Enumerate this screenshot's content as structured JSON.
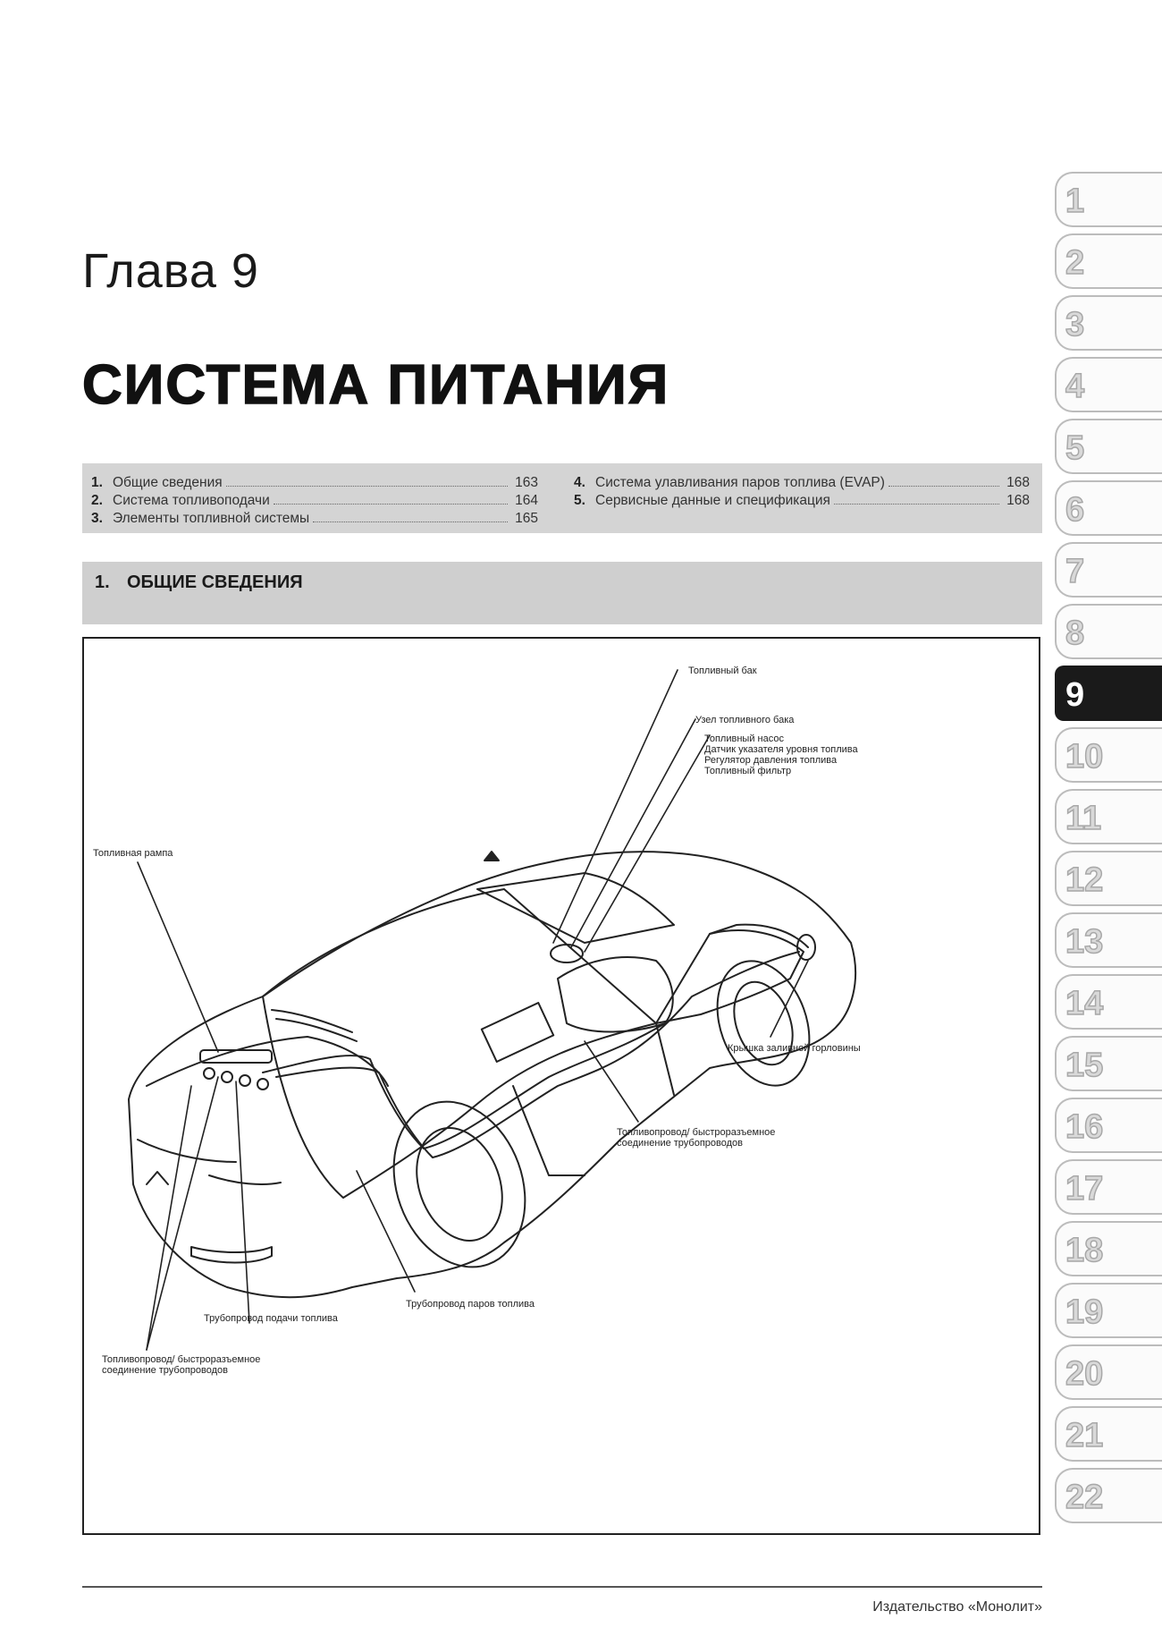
{
  "chapter": {
    "label": "Глава 9"
  },
  "section": {
    "title": "СИСТЕМА ПИТАНИЯ"
  },
  "toc": {
    "left": [
      {
        "num": "1.",
        "title": "Общие сведения",
        "page": "163"
      },
      {
        "num": "2.",
        "title": "Система топливоподачи",
        "page": "164"
      },
      {
        "num": "3.",
        "title": "Элементы топливной системы",
        "page": "165"
      }
    ],
    "right": [
      {
        "num": "4.",
        "title": "Система улавливания паров топлива (EVAP)",
        "page": "168"
      },
      {
        "num": "5.",
        "title": "Сервисные данные и спецификация",
        "page": "168"
      }
    ]
  },
  "subsection": {
    "num": "1.",
    "title": "ОБЩИЕ СВЕДЕНИЯ"
  },
  "figure": {
    "callouts": {
      "fuel_tank": "Топливный бак",
      "tank_unit": "Узел топливного бака",
      "tank_unit_items": [
        "Топливный насос",
        "Датчик указателя уровня топлива",
        "Регулятор давления топлива",
        "Топливный фильтр"
      ],
      "fuel_rail": "Топливная рампа",
      "filler_cap": "Крышка заливной горловины",
      "fuel_line_quick_right": [
        "Топливопровод/ быстроразъемное",
        "соединение трубопроводов"
      ],
      "vapor_line": "Трубопровод паров топлива",
      "feed_line": "Трубопровод подачи топлива",
      "fuel_line_quick_left": [
        "Топливопровод/ быстроразъемное",
        "соединение трубопроводов"
      ]
    }
  },
  "footer": {
    "publisher": "Издательство «Монолит»"
  },
  "tabs": {
    "items": [
      "1",
      "2",
      "3",
      "4",
      "5",
      "6",
      "7",
      "8",
      "9",
      "10",
      "11",
      "12",
      "13",
      "14",
      "15",
      "16",
      "17",
      "18",
      "19",
      "20",
      "21",
      "22"
    ],
    "active": "9"
  }
}
